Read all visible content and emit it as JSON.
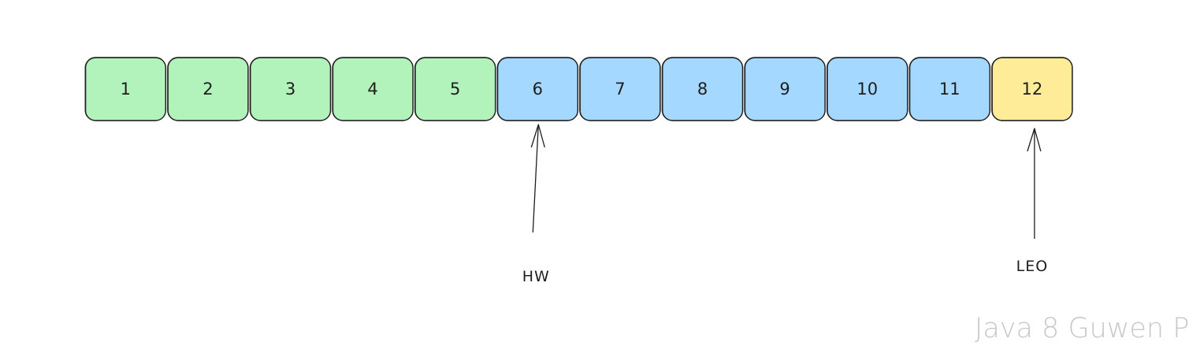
{
  "log": {
    "cells": [
      {
        "label": "1",
        "state": "committed"
      },
      {
        "label": "2",
        "state": "committed"
      },
      {
        "label": "3",
        "state": "committed"
      },
      {
        "label": "4",
        "state": "committed"
      },
      {
        "label": "5",
        "state": "committed"
      },
      {
        "label": "6",
        "state": "uncommitted"
      },
      {
        "label": "7",
        "state": "uncommitted"
      },
      {
        "label": "8",
        "state": "uncommitted"
      },
      {
        "label": "9",
        "state": "uncommitted"
      },
      {
        "label": "10",
        "state": "uncommitted"
      },
      {
        "label": "11",
        "state": "uncommitted"
      },
      {
        "label": "12",
        "state": "next"
      }
    ],
    "colors": {
      "committed": "#b2f2bb",
      "uncommitted": "#a5d8ff",
      "next": "#ffec99",
      "stroke": "#1e1e1e"
    }
  },
  "pointers": [
    {
      "label": "HW",
      "target_cell": 6
    },
    {
      "label": "LEO",
      "target_cell": 12
    }
  ],
  "watermark": {
    "text": "Java 8 Guwen P"
  }
}
